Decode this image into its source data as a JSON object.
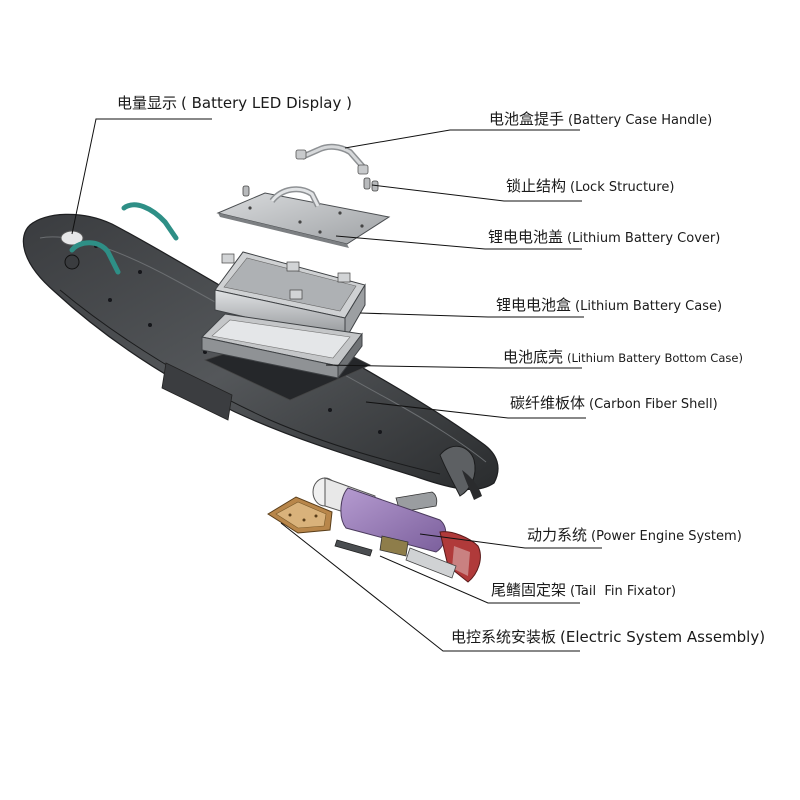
{
  "labels": {
    "battery_led_display": {
      "cn": "电量显示",
      "en": "( Battery LED Display )"
    },
    "battery_case_handle": {
      "cn": "电池盒提手",
      "en": "(Battery Case Handle)"
    },
    "lock_structure": {
      "cn": "锁止结构",
      "en": "(Lock Structure)"
    },
    "lithium_battery_cover": {
      "cn": "锂电电池盖",
      "en": "(Lithium Battery Cover)"
    },
    "lithium_battery_case": {
      "cn": "锂电电池盒",
      "en": "(Lithium Battery Case)"
    },
    "lithium_battery_bottom_case": {
      "cn": "电池底壳",
      "en": "(Lithium Battery Bottom Case)"
    },
    "carbon_fiber_shell": {
      "cn": "碳纤维板体",
      "en": "(Carbon Fiber Shell)"
    },
    "power_engine_system": {
      "cn": "动力系统",
      "en": "(Power Engine System)"
    },
    "tail_fin_fixator": {
      "cn": "尾鳍固定架",
      "en": "(Tail  Fin Fixator)"
    },
    "electric_system_assembly": {
      "cn": "电控系统安装板",
      "en": "(Electric System Assembly)"
    }
  },
  "colors": {
    "board_dark": "#2f3133",
    "board_mid": "#4a4d50",
    "board_light": "#8a8d90",
    "battery_plate": "#c9cbcd",
    "handle_green": "#2e8f86",
    "motor_purple": "#9a7fb8",
    "nozzle_red": "#b03a3a",
    "esc_board": "#b8864a",
    "leader_line": "#111111"
  }
}
